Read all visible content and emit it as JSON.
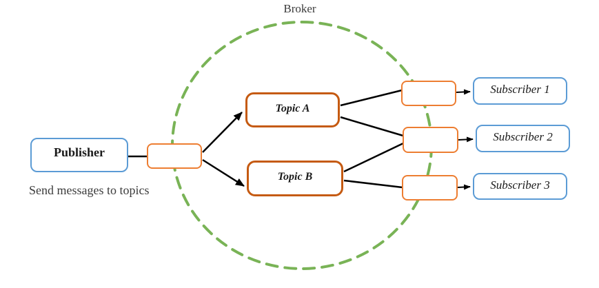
{
  "colors": {
    "publisher_subscriber_border": "#5B9BD5",
    "relay_border": "#ED7D31",
    "topic_border": "#C55A11",
    "broker_circle": "#79B356",
    "connector": "#000000",
    "text": "#3B3B3B"
  },
  "diagram": {
    "broker_label": "Broker",
    "publisher": {
      "label": "Publisher",
      "caption": "Send messages to topics"
    },
    "topics": [
      {
        "label": "Topic A"
      },
      {
        "label": "Topic B"
      }
    ],
    "subscribers": [
      {
        "label": "Subscriber 1"
      },
      {
        "label": "Subscriber 2"
      },
      {
        "label": "Subscriber 3"
      }
    ]
  }
}
